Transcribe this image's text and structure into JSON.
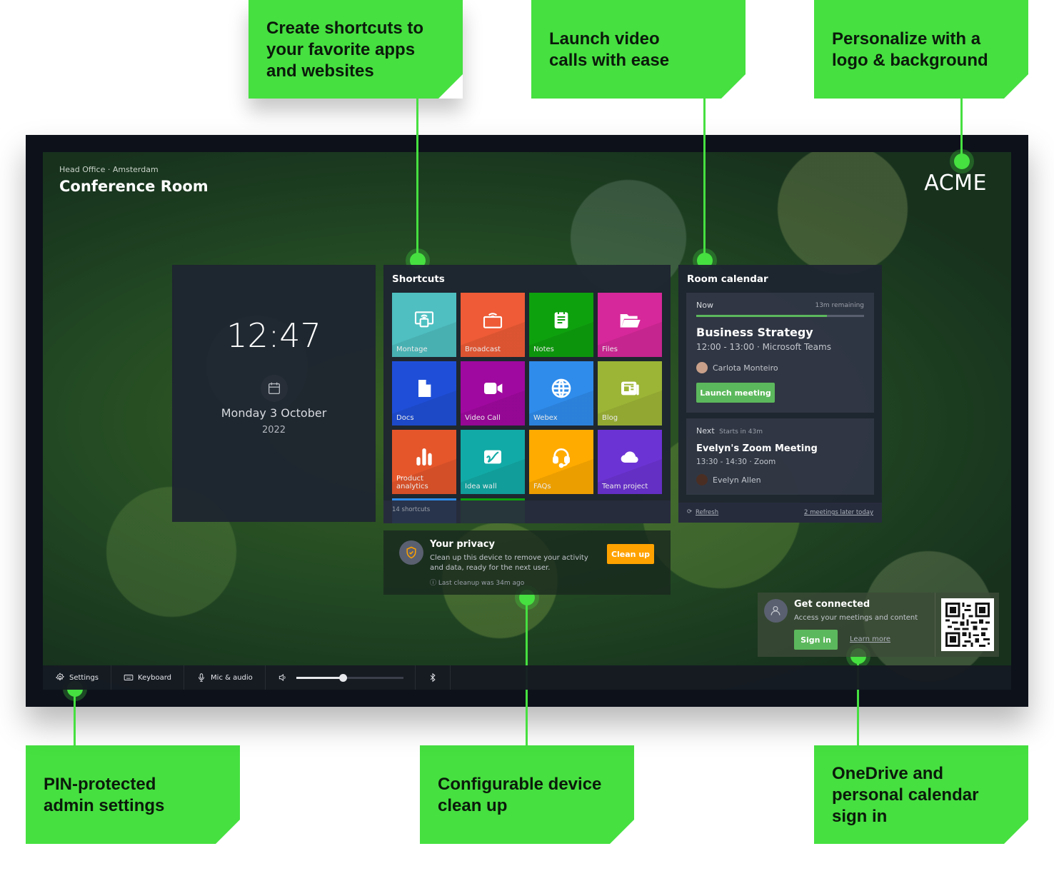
{
  "callouts": [
    {
      "id": "shortcuts",
      "text": "Create shortcuts to your favorite apps and websites"
    },
    {
      "id": "video",
      "text": "Launch video calls with ease"
    },
    {
      "id": "branding",
      "text": "Personalize with a logo & background"
    },
    {
      "id": "settings",
      "text": "PIN-protected admin settings"
    },
    {
      "id": "cleanup",
      "text": "Configurable device clean up"
    },
    {
      "id": "signin",
      "text": "OneDrive and personal calendar sign in"
    }
  ],
  "header": {
    "location": "Head Office · Amsterdam",
    "room": "Conference Room",
    "logo": "ACME"
  },
  "clock": {
    "time": "12:47",
    "date": "Monday 3 October",
    "year": "2022",
    "icon": "calendar-icon"
  },
  "shortcuts": {
    "title": "Shortcuts",
    "count_label": "14 shortcuts",
    "tiles": [
      {
        "label": "Montage",
        "color": "#4fbfc1",
        "icon": "screen-share-icon"
      },
      {
        "label": "Broadcast",
        "color": "#ee5b36",
        "icon": "broadcast-icon"
      },
      {
        "label": "Notes",
        "color": "#0ea10e",
        "icon": "notes-icon"
      },
      {
        "label": "Files",
        "color": "#d6289a",
        "icon": "folder-icon"
      },
      {
        "label": "Docs",
        "color": "#1f4fd8",
        "icon": "document-icon"
      },
      {
        "label": "Video Call",
        "color": "#a0099f",
        "icon": "video-camera-icon"
      },
      {
        "label": "Webex",
        "color": "#2f8ceb",
        "icon": "globe-icon"
      },
      {
        "label": "Blog",
        "color": "#9db536",
        "icon": "newspaper-icon"
      },
      {
        "label": "Product analytics",
        "color": "#e5562b",
        "icon": "bar-chart-icon"
      },
      {
        "label": "Idea wall",
        "color": "#12aaa6",
        "icon": "whiteboard-icon"
      },
      {
        "label": "FAQs",
        "color": "#ffab00",
        "icon": "headset-icon"
      },
      {
        "label": "Team project",
        "color": "#6c33d4",
        "icon": "cloud-icon"
      }
    ]
  },
  "calendar": {
    "title": "Room calendar",
    "now": {
      "label": "Now",
      "remaining": "13m remaining",
      "progress_pct": 78,
      "title": "Business Strategy",
      "time": "12:00 - 13:00",
      "platform": "Microsoft Teams",
      "organizer": "Carlota Monteiro",
      "action": "Launch meeting"
    },
    "next": {
      "label": "Next",
      "starts": "Starts in 43m",
      "title": "Evelyn's Zoom Meeting",
      "time": "13:30 - 14:30",
      "platform": "Zoom",
      "organizer": "Evelyn Allen"
    },
    "refresh": "Refresh",
    "later": "2 meetings later today"
  },
  "privacy": {
    "title": "Your privacy",
    "body": "Clean up this device to remove your activity and data, ready for the next user.",
    "last": "Last cleanup was 34m ago",
    "action": "Clean up"
  },
  "connect": {
    "title": "Get connected",
    "body": "Access your meetings and content",
    "signin": "Sign in",
    "learn": "Learn more"
  },
  "taskbar": {
    "settings": "Settings",
    "keyboard": "Keyboard",
    "mic": "Mic & audio",
    "volume_pct": 44
  },
  "colors": {
    "accent_green": "#46e040",
    "action_green": "#5cb85c",
    "cleanup_orange": "#ffa200"
  }
}
